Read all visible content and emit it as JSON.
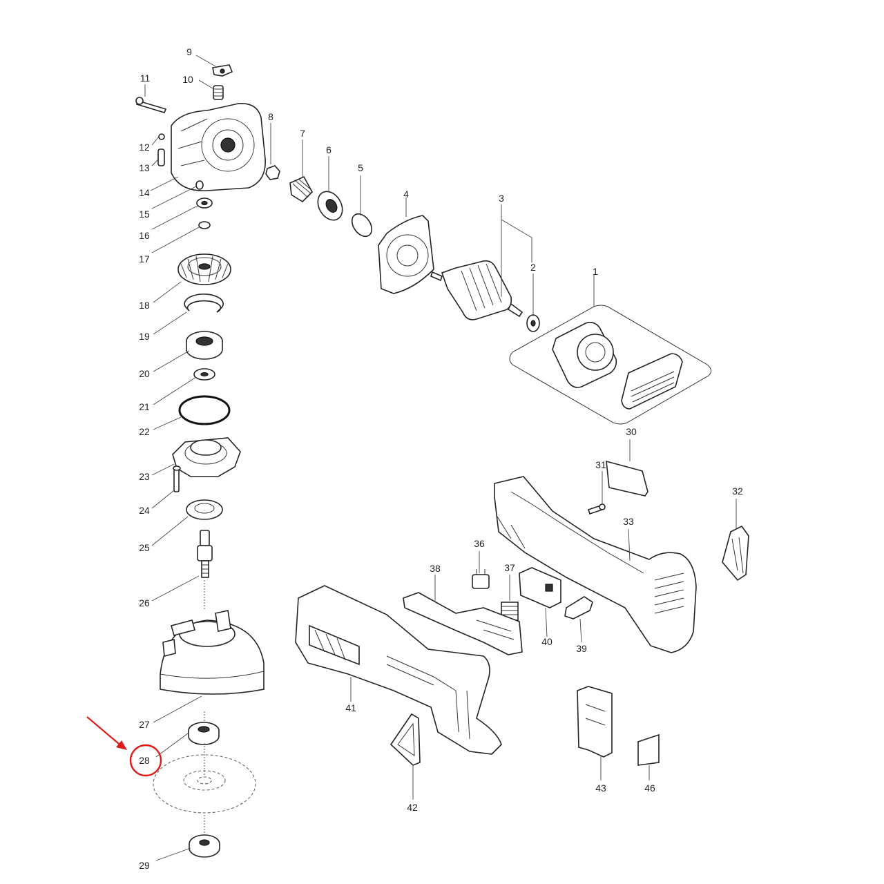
{
  "diagram": {
    "part_labels": [
      "1",
      "2",
      "3",
      "4",
      "5",
      "6",
      "7",
      "8",
      "9",
      "10",
      "11",
      "12",
      "13",
      "14",
      "15",
      "16",
      "17",
      "18",
      "19",
      "20",
      "21",
      "22",
      "23",
      "24",
      "25",
      "26",
      "27",
      "28",
      "29",
      "30",
      "31",
      "32",
      "33",
      "36",
      "37",
      "38",
      "39",
      "40",
      "41",
      "42",
      "43",
      "46"
    ],
    "highlighted_part": "28",
    "highlight_color": "#e01a1a",
    "ink_color": "#222222"
  }
}
